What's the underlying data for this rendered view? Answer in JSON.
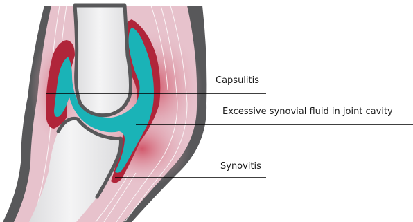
{
  "labels": {
    "capsulitis": "Capsulitis",
    "excessive_fluid": "Excessive synovial fluid in joint cavity",
    "synovitis": "Synovitis"
  },
  "colors": {
    "capsule_outline": "#58585a",
    "soft_tissue": "#e7c2cc",
    "inflamed_tissue": "#d25668",
    "synovium": "#b0253a",
    "synovial_fluid": "#1ab3b7",
    "bone": "#e6e6e8",
    "bone_highlight": "#f6f6f6",
    "leader_line": "#000000"
  }
}
